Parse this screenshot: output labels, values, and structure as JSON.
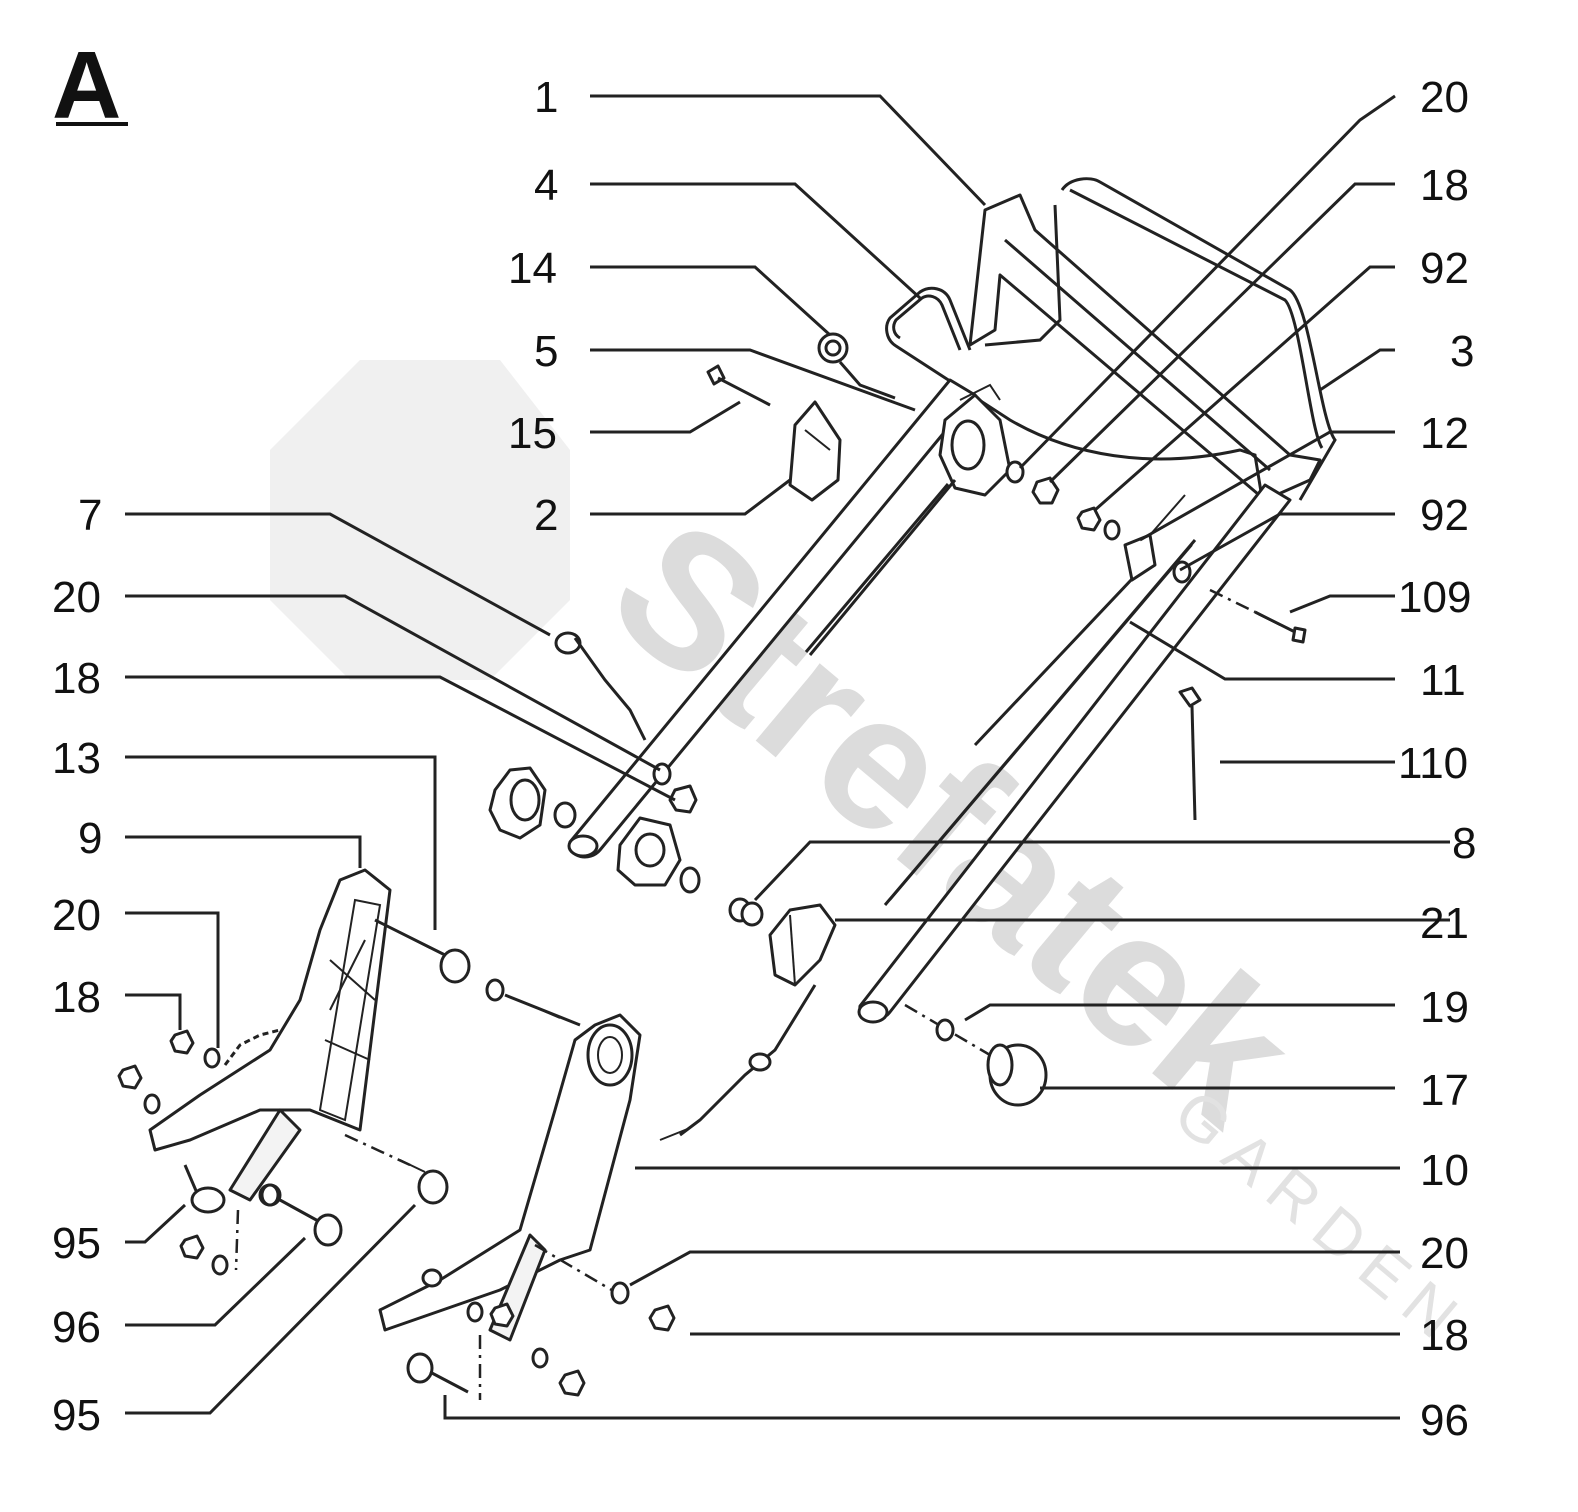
{
  "section_label": "A",
  "watermark": {
    "brand": "Strefatek",
    "sub": "GARDEN"
  },
  "callouts_right": [
    "1",
    "4",
    "14",
    "5",
    "15",
    "2",
    "20",
    "18",
    "92",
    "3",
    "12",
    "92",
    "109",
    "11",
    "110",
    "8",
    "21",
    "19",
    "17",
    "10",
    "20",
    "18",
    "96"
  ],
  "callouts_left": [
    "7",
    "20",
    "18",
    "13",
    "9",
    "20",
    "18",
    "95",
    "96",
    "95"
  ],
  "colors": {
    "ink": "#222222",
    "watermark": "#dcdcdc"
  }
}
